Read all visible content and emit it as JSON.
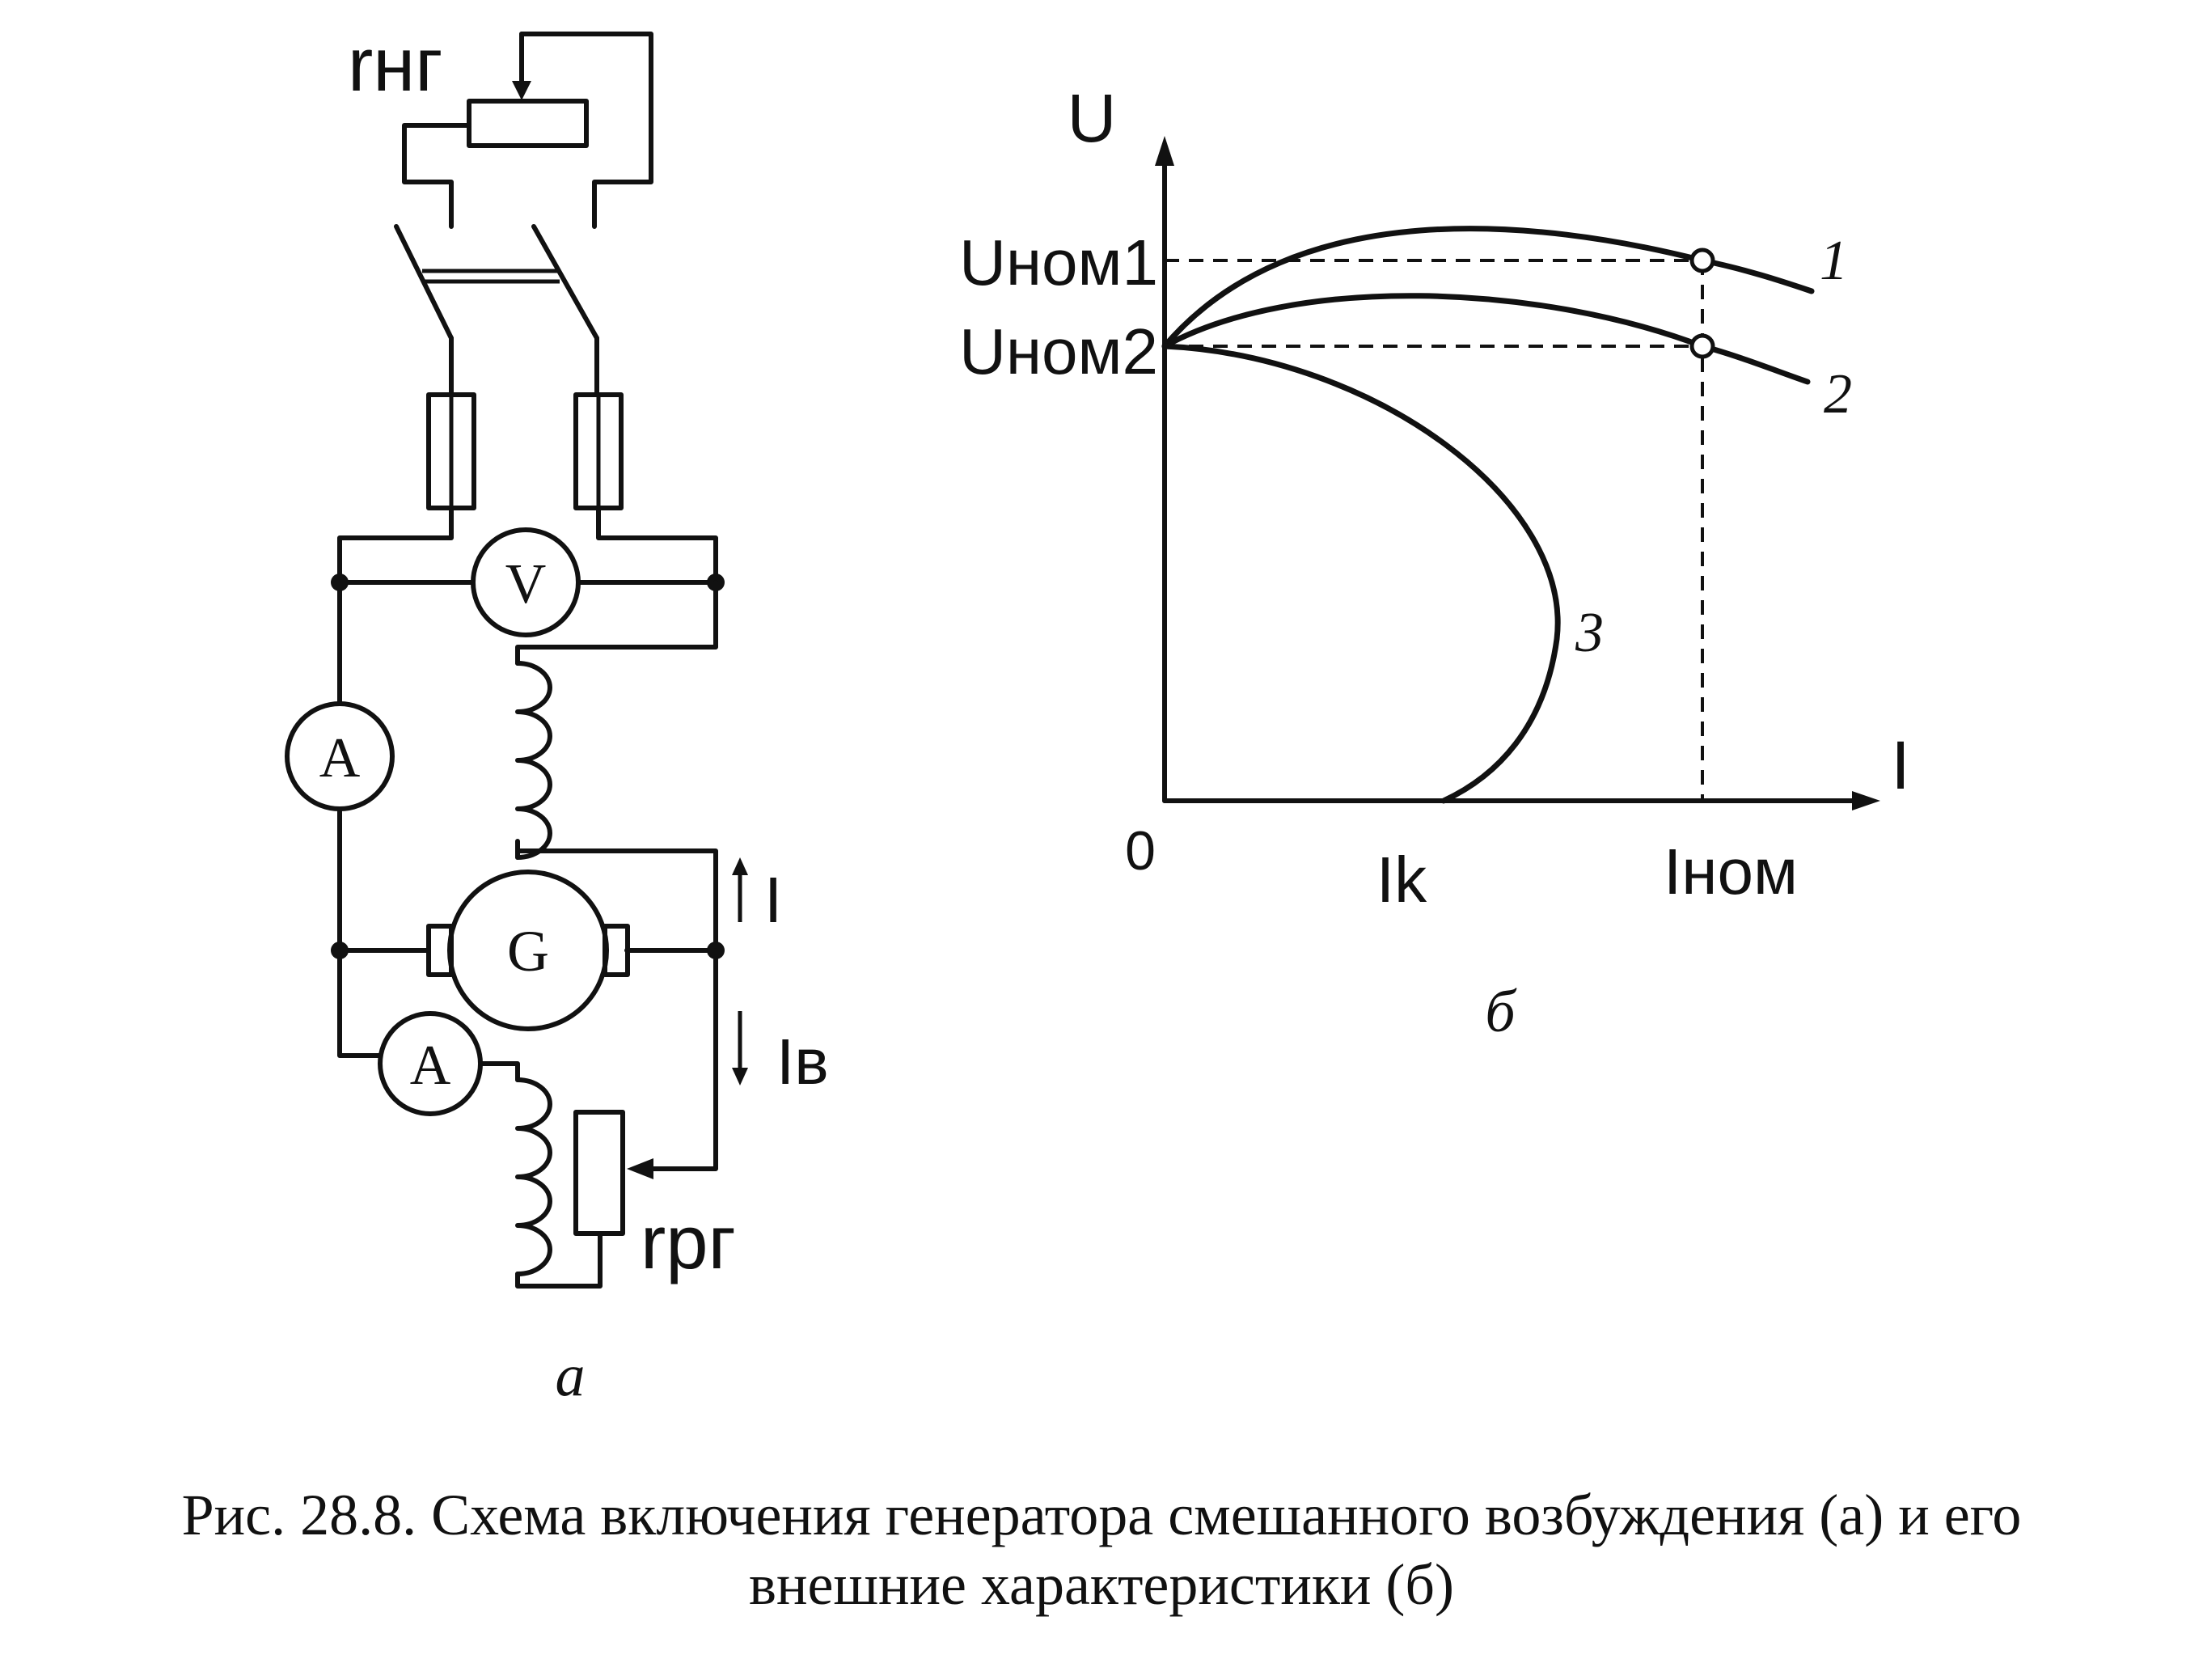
{
  "schematic": {
    "rheostat_top_label": "rнг",
    "meter_voltmeter": "V",
    "meter_ammeter_load": "A",
    "meter_ammeter_field": "A",
    "generator": "G",
    "current_load": "I",
    "current_field": "Iв",
    "rheostat_field_label": "rрг",
    "panel_letter": "а"
  },
  "graph": {
    "y_axis": "U",
    "x_axis": "I",
    "origin": "0",
    "u_nom1": "Uном1",
    "u_nom2": "Uном2",
    "i_k": "Ik",
    "i_nom": "Iном",
    "curve_1": "1",
    "curve_2": "2",
    "curve_3": "3",
    "panel_letter": "б"
  },
  "caption": {
    "line1": "Рис. 28.8. Схема включения генератора смешанного возбуждения (а) и его",
    "line2": "внешние характеристики (б)"
  }
}
